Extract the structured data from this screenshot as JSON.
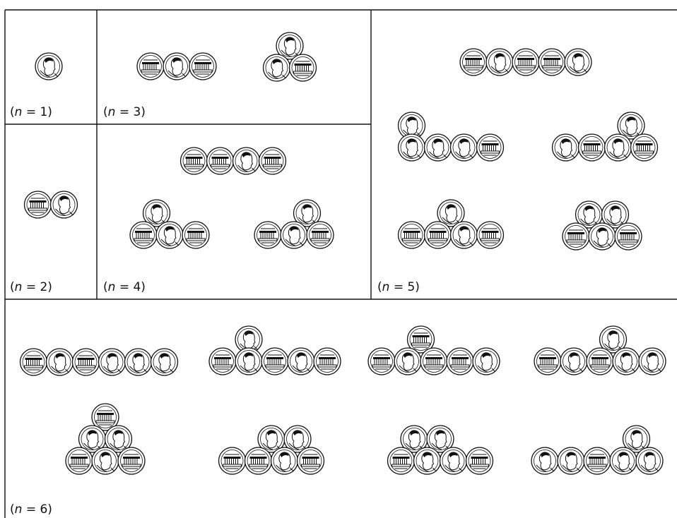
{
  "panels": [
    {
      "id": "n1",
      "label_prefix": "(",
      "label_var": "n",
      "label_suffix": " = 1)",
      "arrangements": [
        {
          "rows": [
            [
              "H"
            ]
          ]
        }
      ]
    },
    {
      "id": "n2",
      "label_prefix": "(",
      "label_var": "n",
      "label_suffix": " = 2)",
      "arrangements": [
        {
          "rows": [
            [
              "T",
              "H"
            ]
          ]
        }
      ]
    },
    {
      "id": "n3",
      "label_prefix": "(",
      "label_var": "n",
      "label_suffix": " = 3)",
      "arrangements": [
        {
          "rows": [
            [
              "T",
              "H",
              "T"
            ]
          ]
        },
        {
          "rows": [
            [
              "H"
            ],
            [
              "H",
              "T"
            ]
          ]
        }
      ]
    },
    {
      "id": "n4",
      "label_prefix": "(",
      "label_var": "n",
      "label_suffix": " = 4)",
      "arrangements": [
        {
          "rows": [
            [
              "T",
              "T",
              "H",
              "T"
            ]
          ]
        },
        {
          "rows": [
            [
              "H"
            ],
            [
              "T",
              "H",
              "T"
            ]
          ]
        },
        {
          "rows": [
            [
              "H"
            ],
            [
              "T",
              "H",
              "T"
            ]
          ]
        }
      ]
    },
    {
      "id": "n5",
      "label_prefix": "(",
      "label_var": "n",
      "label_suffix": " = 5)",
      "arrangements": [
        {
          "rows": [
            [
              "T",
              "H",
              "T",
              "T",
              "H"
            ]
          ]
        },
        {
          "rows": [
            [
              "H"
            ],
            [
              "H",
              "H",
              "H",
              "T"
            ]
          ]
        },
        {
          "rows": [
            [
              "H"
            ],
            [
              "H",
              "T",
              "H",
              "T"
            ]
          ]
        },
        {
          "rows": [
            [
              "H"
            ],
            [
              "T",
              "T",
              "H",
              "T"
            ]
          ]
        },
        {
          "rows": [
            [
              "H",
              "H"
            ],
            [
              "T",
              "H",
              "T"
            ]
          ]
        }
      ]
    },
    {
      "id": "n6",
      "label_prefix": "(",
      "label_var": "n",
      "label_suffix": " = 6)",
      "arrangements": [
        {
          "rows": [
            [
              "T",
              "H",
              "T",
              "H",
              "H",
              "H"
            ]
          ]
        },
        {
          "rows": [
            [
              "H"
            ],
            [
              "T",
              "H",
              "T",
              "H",
              "T"
            ]
          ]
        },
        {
          "rows": [
            [
              "T"
            ],
            [
              "T",
              "H",
              "T",
              "T",
              "H"
            ]
          ]
        },
        {
          "rows": [
            [
              "H"
            ],
            [
              "T",
              "H",
              "T",
              "H",
              "H"
            ]
          ]
        },
        {
          "rows": [
            [
              "T"
            ],
            [
              "H",
              "H"
            ],
            [
              "T",
              "H",
              "T"
            ]
          ]
        },
        {
          "rows": [
            [
              "H",
              "H"
            ],
            [
              "T",
              "T",
              "H",
              "T"
            ]
          ]
        },
        {
          "rows": [
            [
              "H",
              "H"
            ],
            [
              "T",
              "H",
              "H",
              "T"
            ]
          ]
        },
        {
          "rows": [
            [
              "H"
            ],
            [
              "H",
              "H",
              "T",
              "H",
              "H"
            ]
          ]
        }
      ]
    }
  ]
}
